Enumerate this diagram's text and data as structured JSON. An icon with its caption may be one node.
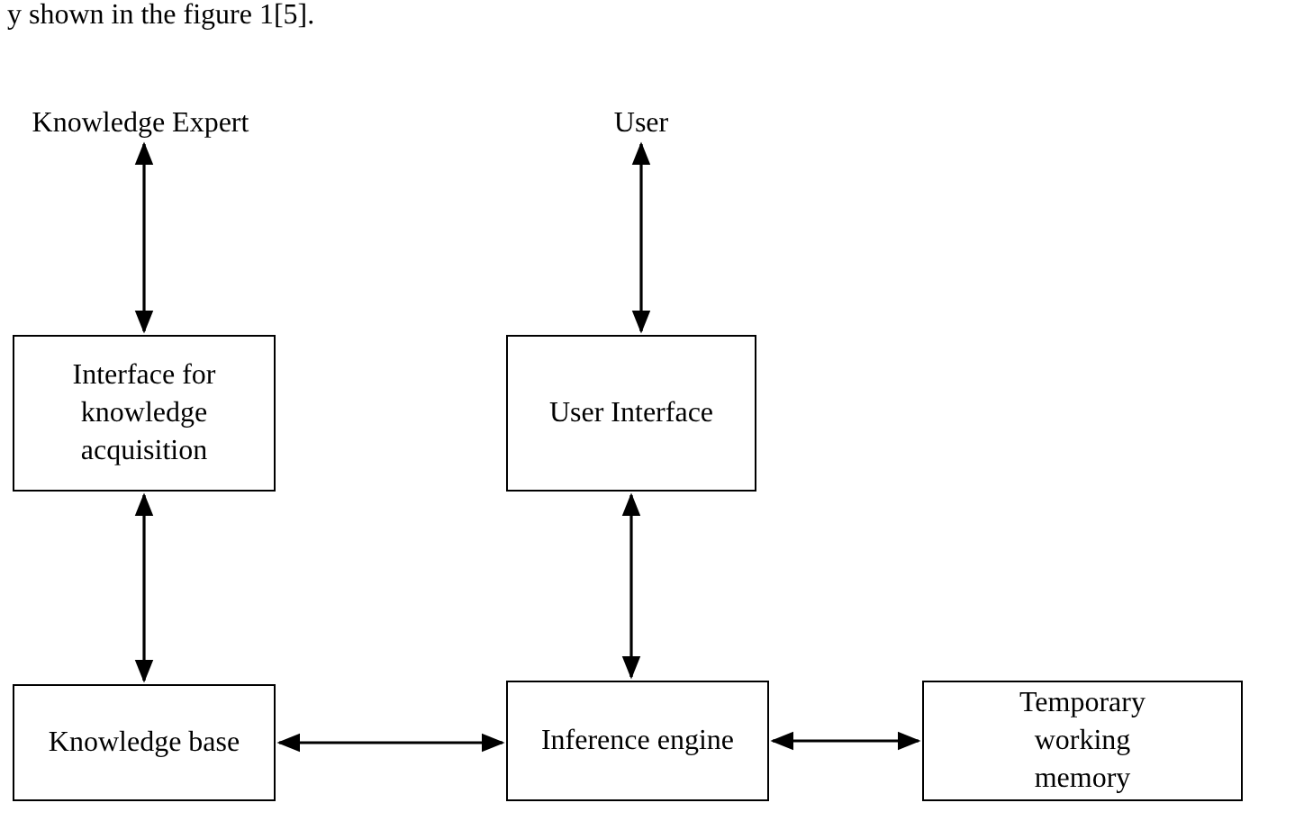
{
  "diagram": {
    "nodes": [
      {
        "text": [
          "Knowledge Expert"
        ]
      },
      {
        "text": [
          "User"
        ]
      },
      {
        "text": [
          "Interface for knowledge acquisition"
        ]
      },
      {
        "text": [
          "User Interface"
        ]
      },
      {
        "text": [
          "Knowledge base"
        ]
      },
      {
        "text": [
          "Inference engine"
        ]
      },
      {
        "text": [
          "Temporary working memory"
        ]
      }
    ],
    "edges": [
      {
        "from": 0,
        "to": 2,
        "arrow": "both"
      },
      {
        "from": 1,
        "to": 3,
        "arrow": "both"
      },
      {
        "from": 2,
        "to": 4,
        "arrow": "both"
      },
      {
        "from": 3,
        "to": 5,
        "arrow": "both"
      },
      {
        "from": 4,
        "to": 5,
        "arrow": "both"
      },
      {
        "from": 5,
        "to": 6,
        "arrow": "both"
      }
    ],
    "labels": [
      "y shown in the figure 1[5]."
    ]
  }
}
